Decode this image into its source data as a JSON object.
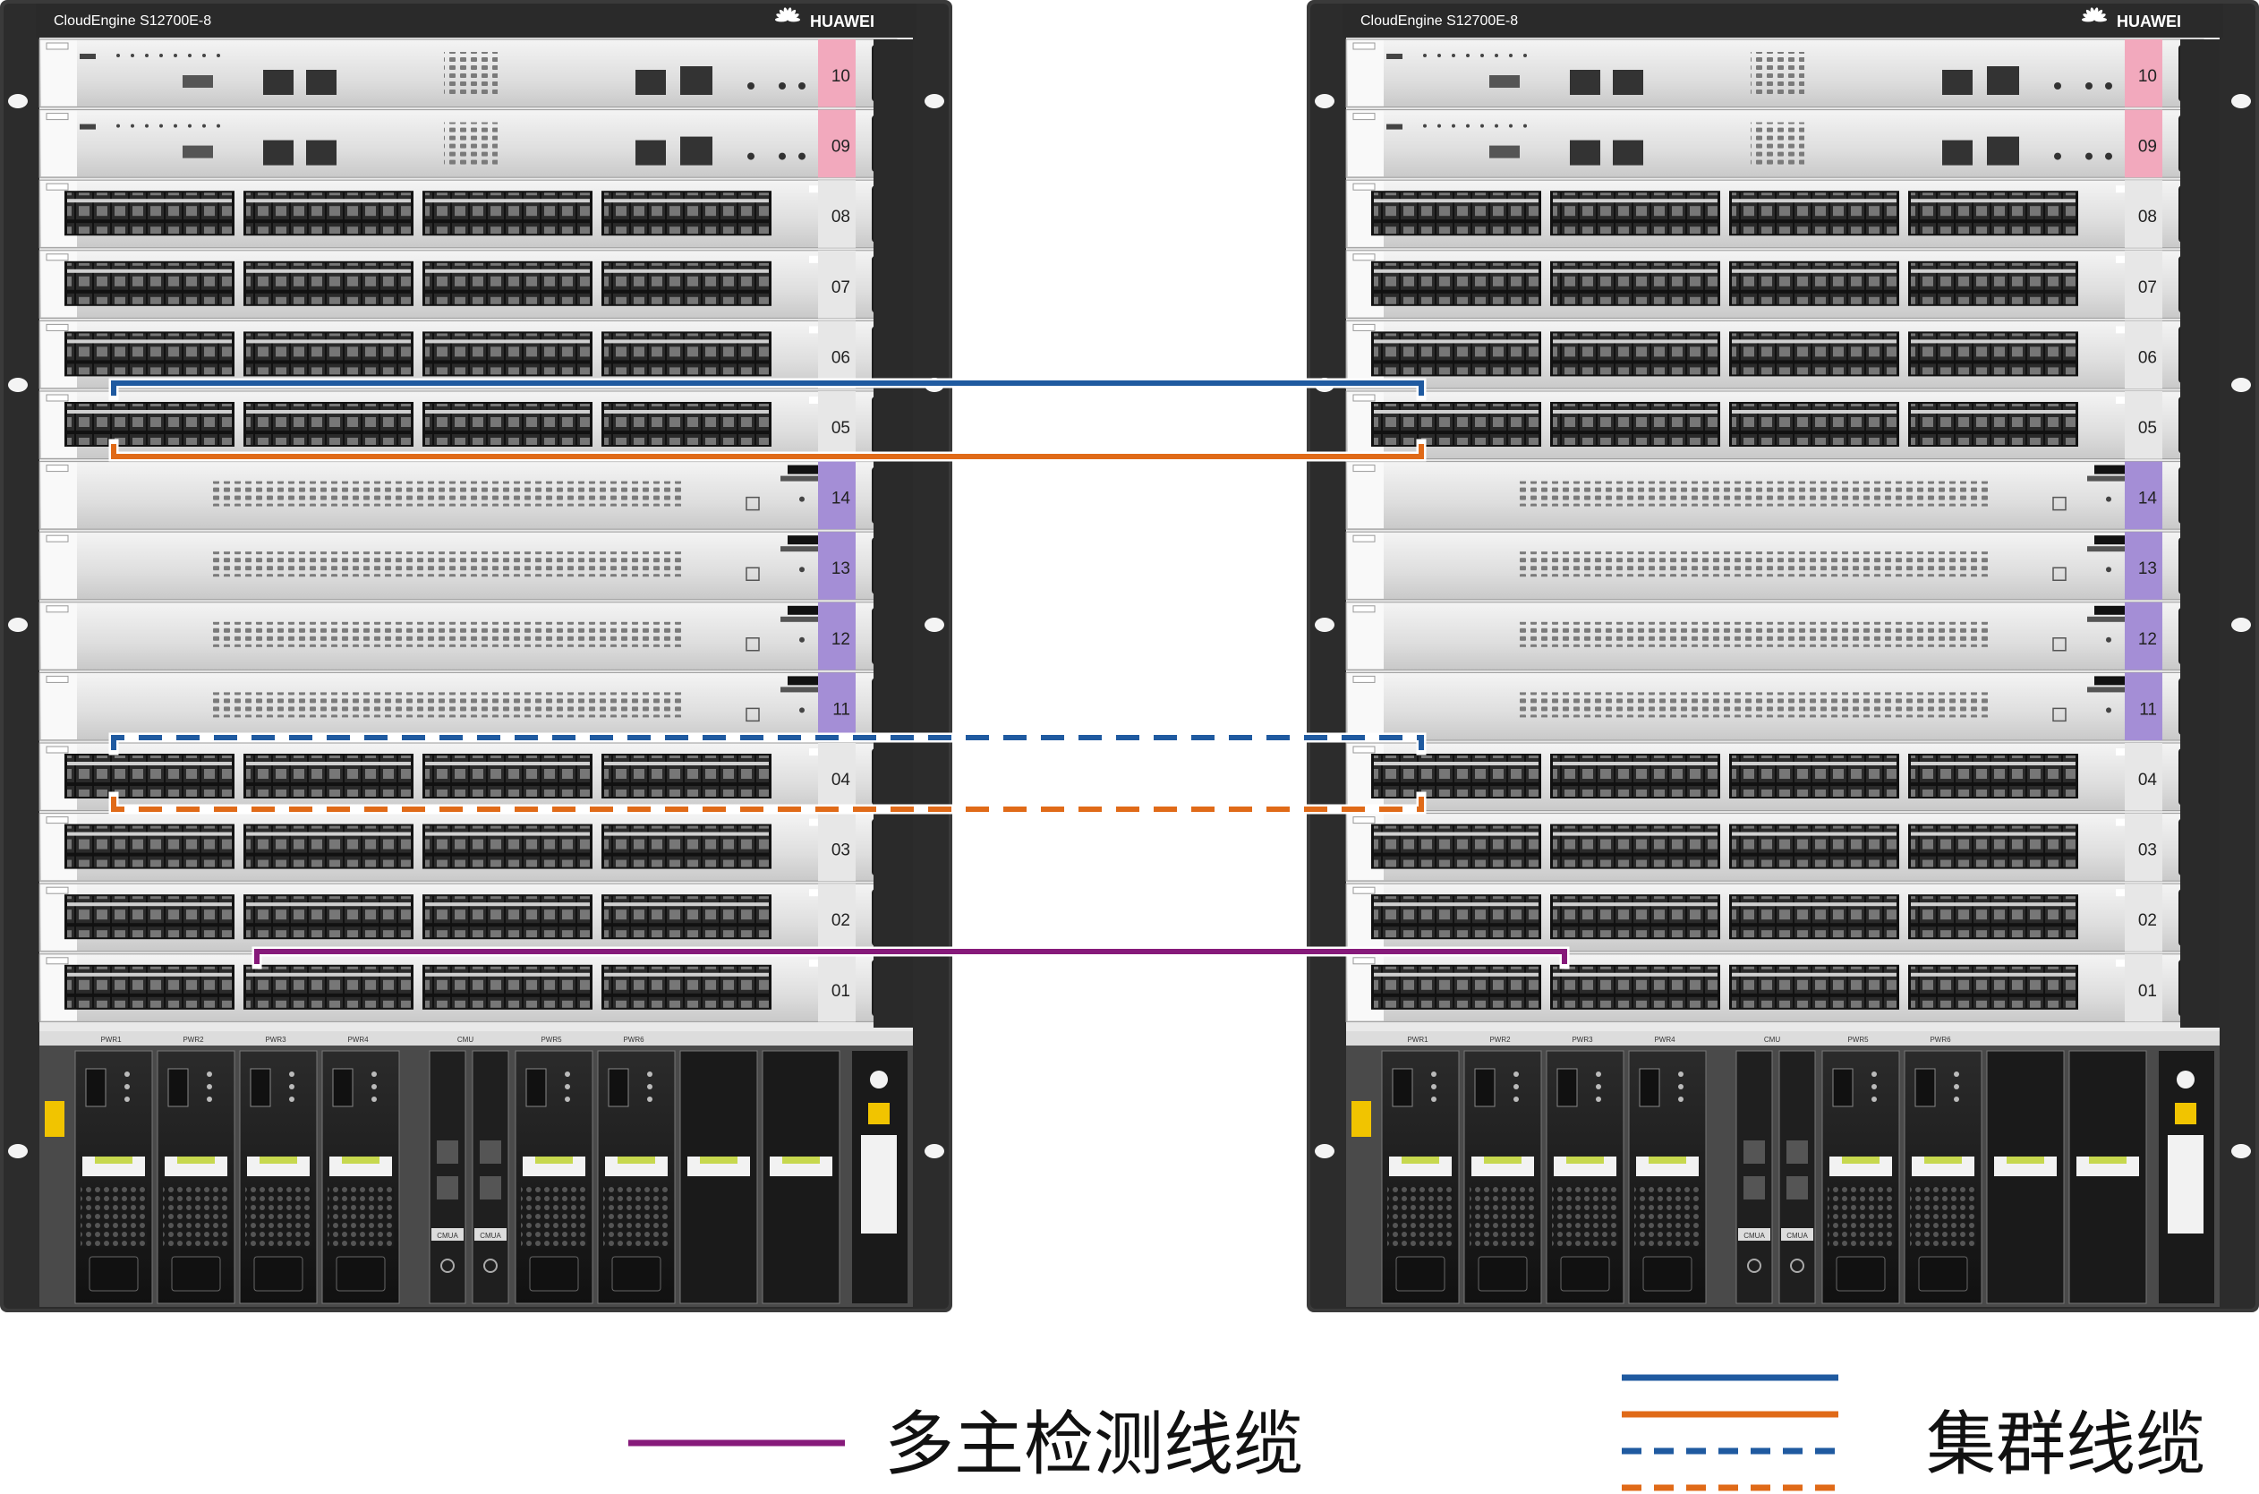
{
  "chassis": [
    {
      "title": "CloudEngine S12700E-8",
      "brand": "HUAWEI"
    },
    {
      "title": "CloudEngine S12700E-8",
      "brand": "HUAWEI"
    }
  ],
  "slots": [
    {
      "label": "10",
      "kind": "mpu"
    },
    {
      "label": "09",
      "kind": "mpu"
    },
    {
      "label": "08",
      "kind": "lpu"
    },
    {
      "label": "07",
      "kind": "lpu"
    },
    {
      "label": "06",
      "kind": "lpu"
    },
    {
      "label": "05",
      "kind": "lpu"
    },
    {
      "label": "14",
      "kind": "sfu"
    },
    {
      "label": "13",
      "kind": "sfu"
    },
    {
      "label": "12",
      "kind": "sfu"
    },
    {
      "label": "11",
      "kind": "sfu"
    },
    {
      "label": "04",
      "kind": "lpu"
    },
    {
      "label": "03",
      "kind": "lpu"
    },
    {
      "label": "02",
      "kind": "lpu"
    },
    {
      "label": "01",
      "kind": "lpu"
    }
  ],
  "power_bays": [
    "PWR1",
    "PWR2",
    "PWR3",
    "PWR4",
    "CMU",
    "PWR5",
    "PWR6"
  ],
  "cmu_modules": [
    "CMUA",
    "CMUA"
  ],
  "colors": {
    "cluster_blue": "#1f5aa0",
    "cluster_orange": "#e06a18",
    "detect_purple": "#861a7a"
  },
  "legend": {
    "detect_label": "多主检测线缆",
    "cluster_label": "集群线缆"
  }
}
